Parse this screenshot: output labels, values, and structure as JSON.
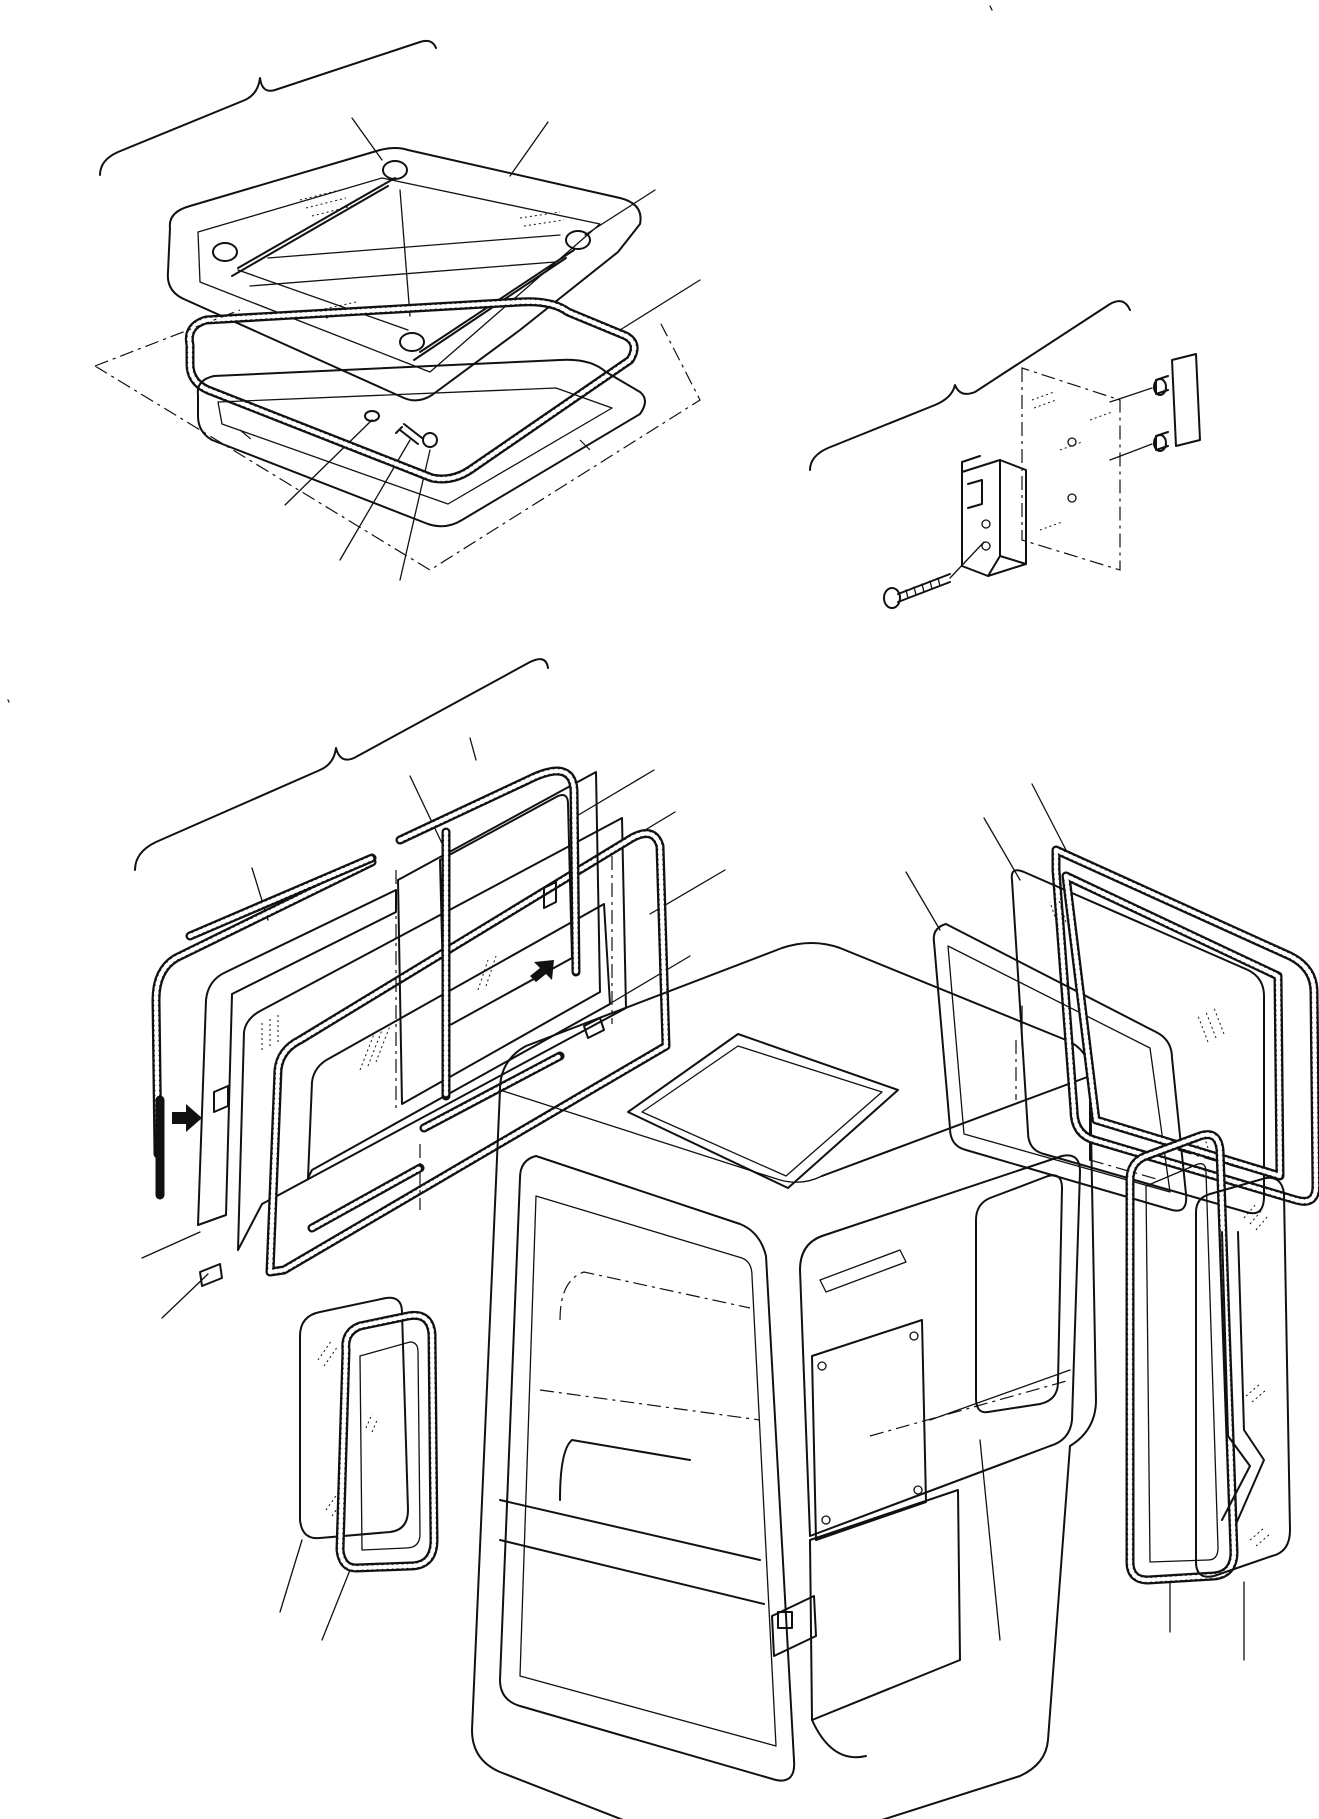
{
  "colors": {
    "ink": "#111111",
    "paper": "#ffffff"
  },
  "assemblies": [
    {
      "key": "roof-hatch",
      "depicts": [
        "hatch-glass",
        "gas-strut",
        "hatch-seal",
        "hatch-frame",
        "pin",
        "washer",
        "clip"
      ]
    },
    {
      "key": "latch-detail",
      "depicts": [
        "latch-striker",
        "latch-block",
        "tapping-screw"
      ]
    },
    {
      "key": "front-window",
      "depicts": [
        "upper-glass",
        "lower-glass",
        "window-seals",
        "stopper-blocks",
        "seal-strips"
      ]
    },
    {
      "key": "cab-body",
      "depicts": [
        "cab-shell",
        "roof-opening",
        "door-frame",
        "rear-panel"
      ]
    },
    {
      "key": "side-glass-left",
      "depicts": [
        "quarter-glass",
        "quarter-seal"
      ]
    },
    {
      "key": "side-glass-right",
      "depicts": [
        "rear-glass",
        "rear-seal",
        "door-glass",
        "door-seal"
      ]
    }
  ]
}
